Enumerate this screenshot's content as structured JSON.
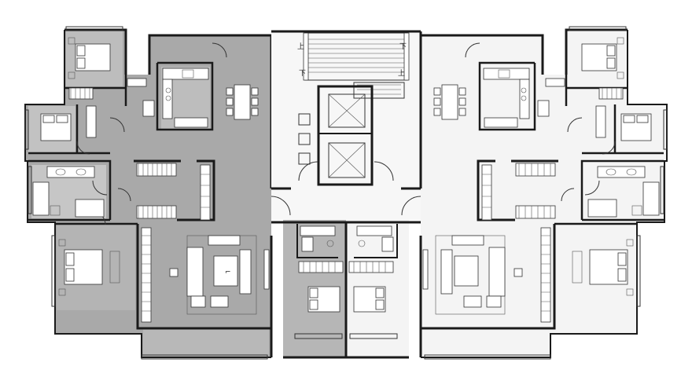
{
  "palette": {
    "left_unit_fill": "#a9a9a9",
    "left_unit_light": "#c4c4c4",
    "right_unit_fill": "#f4f4f4",
    "core_fill": "#f7f7f7",
    "wall_color": "#1a1a1a"
  },
  "stair_labels": {
    "up_left": "上",
    "down_right": "下",
    "down_left": "下",
    "up_right": "上"
  }
}
